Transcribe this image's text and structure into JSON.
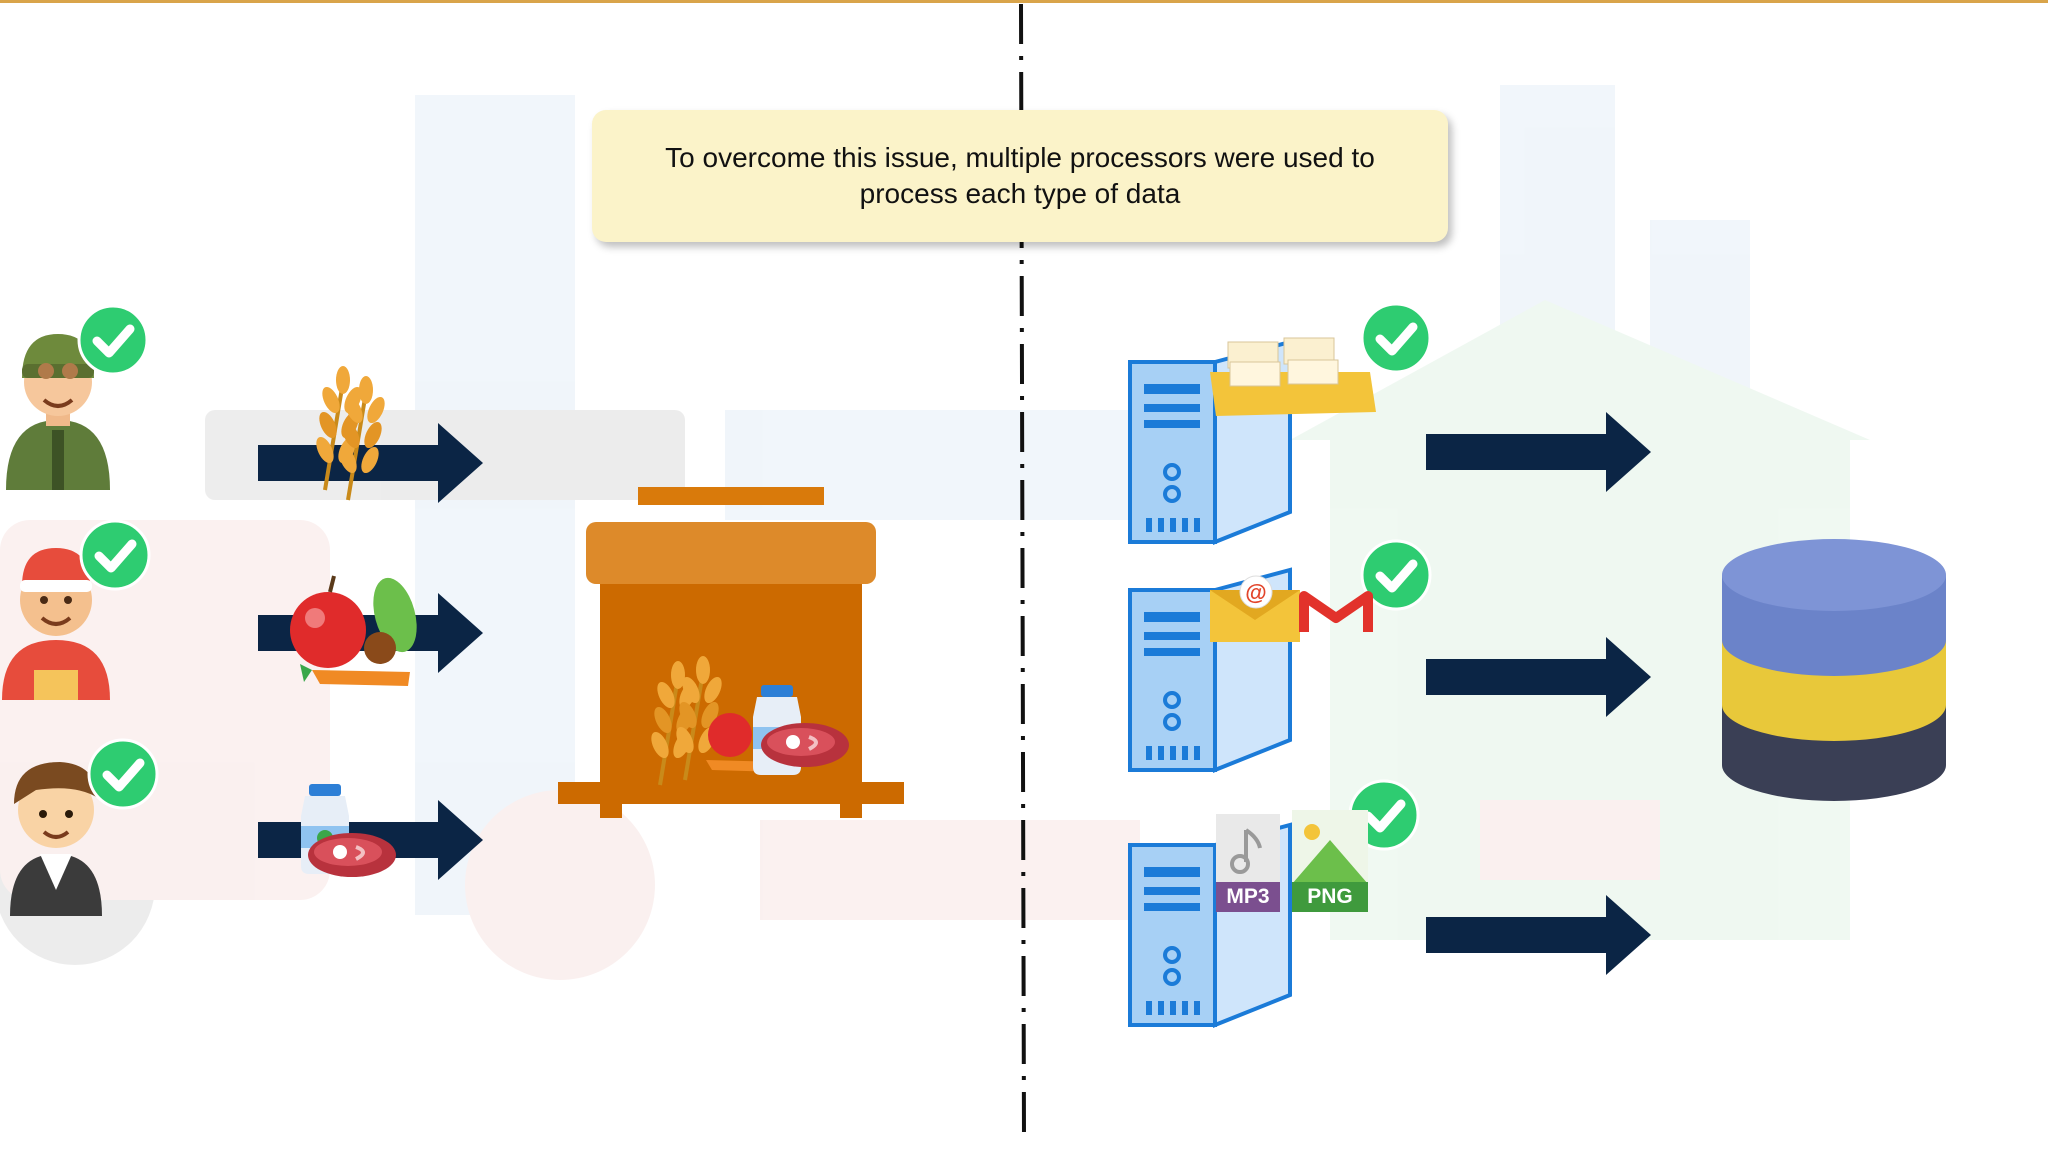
{
  "callout": {
    "text_line1": "To overcome this issue, multiple processors were used to",
    "text_line2": "process each type of data"
  },
  "file_types": {
    "audio": "MP3",
    "image": "PNG"
  },
  "icons": {
    "people": [
      "soldier-icon",
      "chef-icon",
      "businessman-icon"
    ],
    "foods": [
      "wheat-icon",
      "fruit-vegetable-icon",
      "milk-meat-icon"
    ],
    "processors": [
      "server-folder-icon",
      "server-email-icon",
      "server-media-icon"
    ],
    "checkmark": "check-circle-icon",
    "storage": "database-icon",
    "container": "grain-bin-icon"
  },
  "colors": {
    "arrow": "#0b2545",
    "check": "#27ae60",
    "bin": "#d97a0b",
    "server": "#8cc0ee",
    "db_top": "#6b83c9",
    "db_mid": "#e8c83a",
    "db_bottom": "#3a3f55"
  }
}
